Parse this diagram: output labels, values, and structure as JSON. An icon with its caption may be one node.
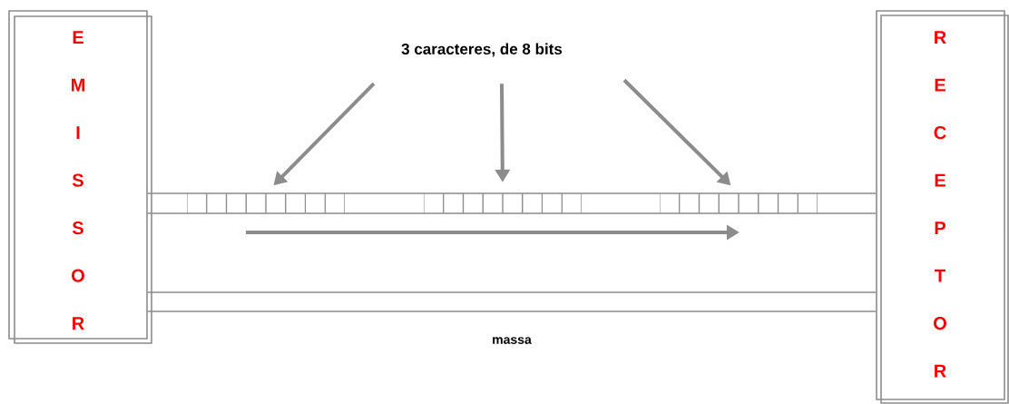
{
  "diagram": {
    "nodes": [
      {
        "text": [
          "E M I S S O R"
        ]
      },
      {
        "text": [
          "R E C E P T O R"
        ]
      },
      {
        "text": [
          "3 caracteres, de 8 bits"
        ]
      },
      {
        "text": [],
        "shape": "box"
      },
      {
        "text": [],
        "shape": "box"
      },
      {
        "text": [],
        "shape": "box"
      }
    ],
    "edges": [
      {
        "from": 2,
        "to": 3,
        "arrow": "to"
      },
      {
        "from": 2,
        "to": 4,
        "arrow": "to"
      },
      {
        "from": 2,
        "to": 5,
        "arrow": "to"
      },
      {
        "from": 0,
        "to": 1,
        "arrow": "none"
      },
      {
        "from": 0,
        "to": 1,
        "arrow": "none",
        "label": "massa"
      }
    ]
  }
}
